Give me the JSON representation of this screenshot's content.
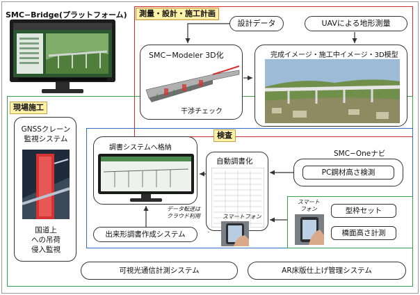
{
  "platform_title": "SMC−Bridge(プラットフォーム)",
  "sections": {
    "survey": "測量・設計・施工計画",
    "site": "現場施工",
    "inspection": "検査"
  },
  "boxes": {
    "design_data": "設計データ",
    "uav": "UAVによる地形測量",
    "modeler": "SMC−Modeler 3D化",
    "interference": "干渉チェック",
    "model3d": "完成イメージ・施工中イメージ・3D模型",
    "crane_line1": "GNSSクレーン",
    "crane_line2": "監視システム",
    "intrusion_line1": "国道上",
    "intrusion_line2": "への吊荷",
    "intrusion_line3": "侵入監視",
    "store": "調書システムへ格納",
    "auto_report": "自動調書化",
    "smc_one": "SMC−Oneナビ",
    "pc_height": "PC鋼材高さ検測",
    "formwork": "型枠セット",
    "deck_height": "橋面高さ計測",
    "smartphone_a_line1": "スマート",
    "smartphone_a_line2": "フォン",
    "smartphone_b": "スマートフォン",
    "cloud_line1": "データ転送は",
    "cloud_line2": "クラウド利用",
    "report_system": "出来形調書作成システム",
    "visible_light": "可視光通信計測システム",
    "ar_system": "AR床版仕上げ管理システム"
  }
}
